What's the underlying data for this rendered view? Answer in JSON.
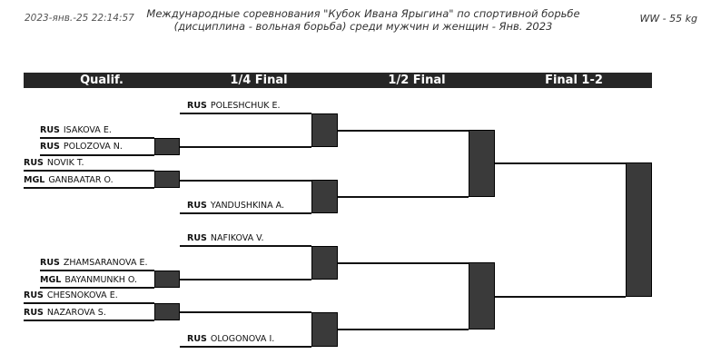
{
  "header": {
    "datetime": "2023-янв.-25 22:14:57",
    "title_line1": "Международные соревнования \"Кубок Ивана Ярыгина\" по спортивной борьбе",
    "title_line2": "(дисциплина - вольная борьба) среди мужчин и женщин - Янв. 2023",
    "category": "WW - 55 kg"
  },
  "rounds": [
    "Qualif.",
    "1/4 Final",
    "1/2 Final",
    "Final 1-2"
  ],
  "qualif": [
    {
      "country": "RUS",
      "name": "ISAKOVA E."
    },
    {
      "country": "RUS",
      "name": "POLOZOVA N."
    },
    {
      "country": "RUS",
      "name": "NOVIK T."
    },
    {
      "country": "MGL",
      "name": "GANBAATAR O."
    },
    {
      "country": "RUS",
      "name": "ZHAMSARANOVA E."
    },
    {
      "country": "MGL",
      "name": "BAYANMUNKH O."
    },
    {
      "country": "RUS",
      "name": "CHESNOKOVA E."
    },
    {
      "country": "RUS",
      "name": "NAZAROVA S."
    }
  ],
  "quarter": [
    {
      "country": "RUS",
      "name": "POLESHCHUK E."
    },
    {
      "country": "RUS",
      "name": "YANDUSHKINA A."
    },
    {
      "country": "RUS",
      "name": "NAFIKOVA V."
    },
    {
      "country": "RUS",
      "name": "OLOGONOVA I."
    }
  ]
}
